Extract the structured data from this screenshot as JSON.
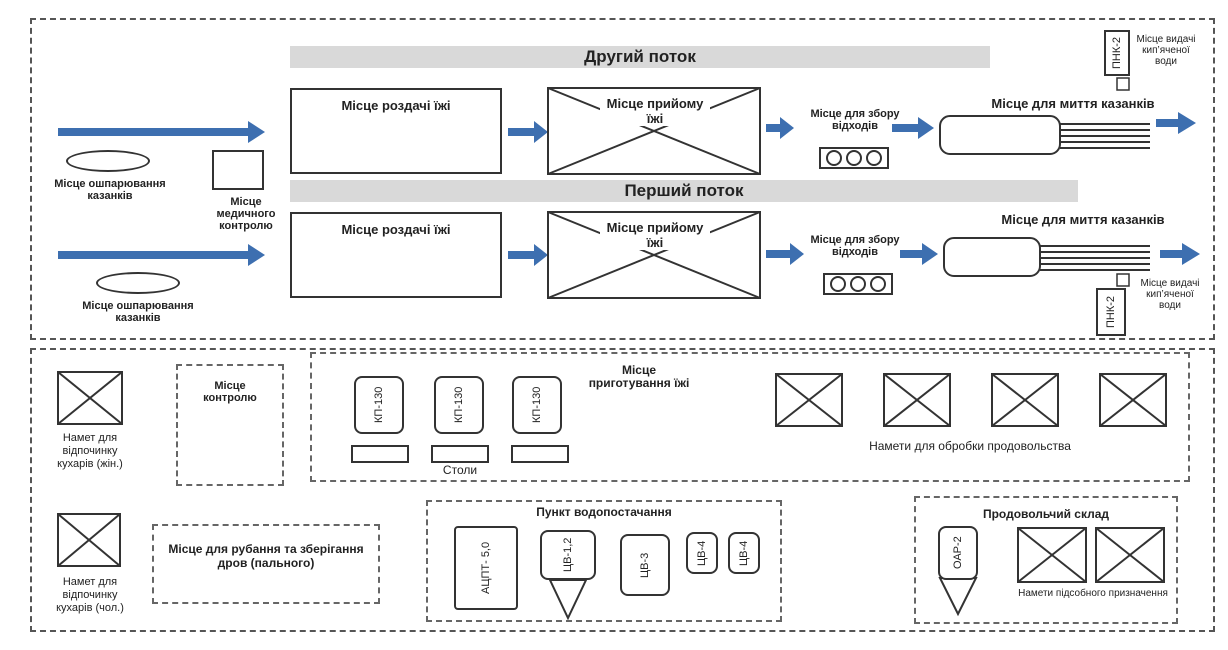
{
  "colors": {
    "arrow": "#3d6fb0",
    "banner": "#d9d9d9",
    "line": "#333333"
  },
  "top": {
    "stream2": {
      "title": "Другий поток",
      "serving": "Місце роздачі їжі",
      "receiving": "Місце прийому їжі",
      "waste": "Місце для збору відходів",
      "washing": "Місце для миття казанків",
      "boiler": "ПНК-2",
      "water": "Місце видачі кип’яченої води"
    },
    "stream1": {
      "title": "Перший поток",
      "serving": "Місце роздачі їжі",
      "receiving": "Місце прийому їжі",
      "waste": "Місце для збору відходів",
      "washing": "Місце для миття казанків",
      "boiler": "ПНК-2",
      "water": "Місце видачі кип’яченої води"
    },
    "scald1": "Місце ошпарювання казанків",
    "scald2": "Місце ошпарювання казанків",
    "medical": "Місце медичного контролю"
  },
  "bottom": {
    "tent_rest_women": "Намет для відпочинку кухарів (жін.)",
    "tent_rest_men": "Намет для відпочинку кухарів (чол.)",
    "control": "Місце контролю",
    "cooking": "Місце приготування їжі",
    "kitchens": [
      "КП-130",
      "КП-130",
      "КП-130"
    ],
    "tables": "Столи",
    "food_tents": "Намети для обробки продовольства",
    "firewood": "Місце для рубання та зберігання дров (пального)",
    "water_point": {
      "title": "Пункт водопостачання",
      "units": [
        "АЦПТ- 5,0",
        "ЦВ-1,2",
        "ЦВ-3",
        "ЦВ-4",
        "ЦВ-4"
      ]
    },
    "storage": {
      "title": "Продовольчий склад",
      "unit": "ОАР-2",
      "aux_tents": "Намети підсобного призначення"
    }
  }
}
